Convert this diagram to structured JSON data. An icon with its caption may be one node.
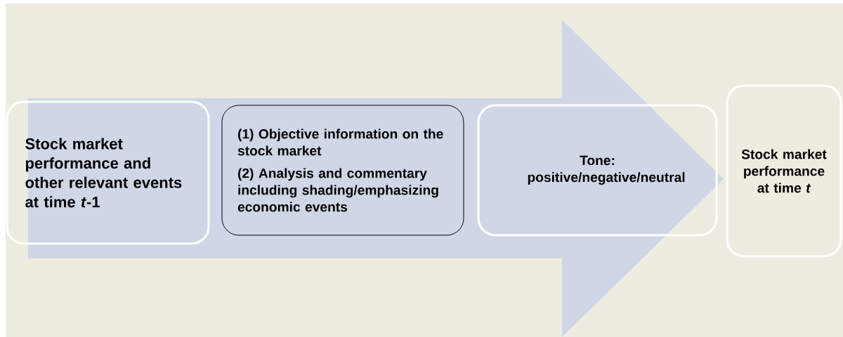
{
  "diagram": {
    "nodes": [
      {
        "text": [
          "Stock market performance and other relevant events at time *t*-1"
        ]
      },
      {
        "text": [
          "(1) Objective information on the stock market",
          "(2) Analysis and commentary including shading/emphasizing economic events"
        ]
      },
      {
        "text": [
          "Tone: positive/negative/neutral"
        ]
      },
      {
        "text": [
          "Stock market performance at time *t*"
        ]
      }
    ],
    "edges": [
      {
        "from": 0,
        "to": 3,
        "arrow": "to"
      }
    ]
  }
}
